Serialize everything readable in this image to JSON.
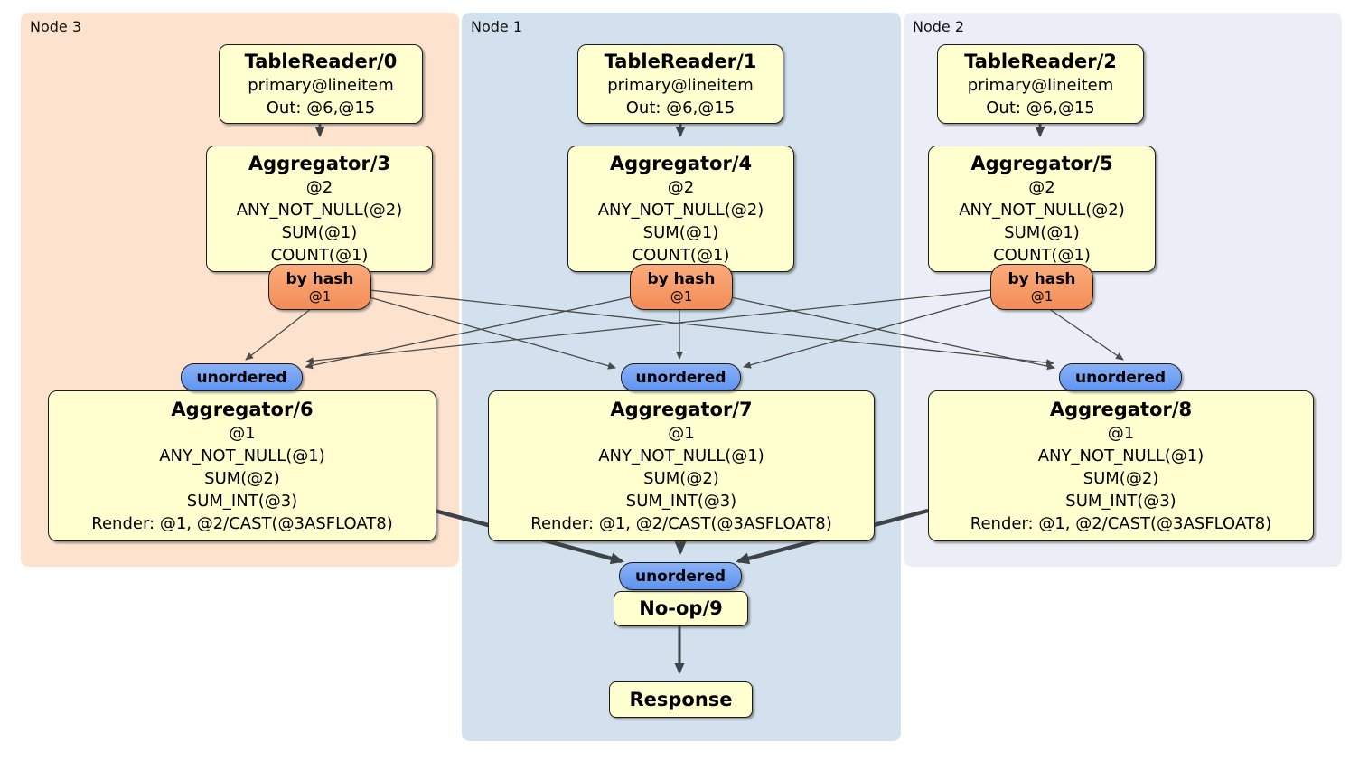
{
  "nodes": {
    "node3": {
      "label": "Node 3"
    },
    "node1": {
      "label": "Node 1"
    },
    "node2": {
      "label": "Node 2"
    }
  },
  "processors": {
    "table_reader_0": {
      "title": "TableReader/0",
      "rows": [
        "primary@lineitem",
        "Out: @6,@15"
      ]
    },
    "table_reader_1": {
      "title": "TableReader/1",
      "rows": [
        "primary@lineitem",
        "Out: @6,@15"
      ]
    },
    "table_reader_2": {
      "title": "TableReader/2",
      "rows": [
        "primary@lineitem",
        "Out: @6,@15"
      ]
    },
    "aggregator_3": {
      "title": "Aggregator/3",
      "rows": [
        "@2",
        "ANY_NOT_NULL(@2)",
        "SUM(@1)",
        "COUNT(@1)"
      ]
    },
    "aggregator_4": {
      "title": "Aggregator/4",
      "rows": [
        "@2",
        "ANY_NOT_NULL(@2)",
        "SUM(@1)",
        "COUNT(@1)"
      ]
    },
    "aggregator_5": {
      "title": "Aggregator/5",
      "rows": [
        "@2",
        "ANY_NOT_NULL(@2)",
        "SUM(@1)",
        "COUNT(@1)"
      ]
    },
    "aggregator_6": {
      "title": "Aggregator/6",
      "rows": [
        "@1",
        "ANY_NOT_NULL(@1)",
        "SUM(@2)",
        "SUM_INT(@3)",
        "Render: @1, @2/CAST(@3ASFLOAT8)"
      ]
    },
    "aggregator_7": {
      "title": "Aggregator/7",
      "rows": [
        "@1",
        "ANY_NOT_NULL(@1)",
        "SUM(@2)",
        "SUM_INT(@3)",
        "Render: @1, @2/CAST(@3ASFLOAT8)"
      ]
    },
    "aggregator_8": {
      "title": "Aggregator/8",
      "rows": [
        "@1",
        "ANY_NOT_NULL(@1)",
        "SUM(@2)",
        "SUM_INT(@3)",
        "Render: @1, @2/CAST(@3ASFLOAT8)"
      ]
    },
    "noop_9": {
      "title": "No-op/9"
    },
    "response": {
      "title": "Response"
    }
  },
  "routers": {
    "by_hash_3": {
      "label": "by hash",
      "detail": "@1"
    },
    "by_hash_4": {
      "label": "by hash",
      "detail": "@1"
    },
    "by_hash_5": {
      "label": "by hash",
      "detail": "@1"
    }
  },
  "streams": {
    "unordered_node3": {
      "label": "unordered"
    },
    "unordered_node1": {
      "label": "unordered"
    },
    "unordered_node2": {
      "label": "unordered"
    },
    "unordered_final": {
      "label": "unordered"
    }
  },
  "colors": {
    "node3_bg": "#fde2ce",
    "node1_bg": "#d2e1ed",
    "node2_bg": "#ebeef7",
    "processor_bg": "#ffffd0",
    "router_bg": "#f89b6c",
    "stream_bg": "#6f9ff3",
    "edge": "#45494d",
    "border": "#1b1b1b"
  }
}
